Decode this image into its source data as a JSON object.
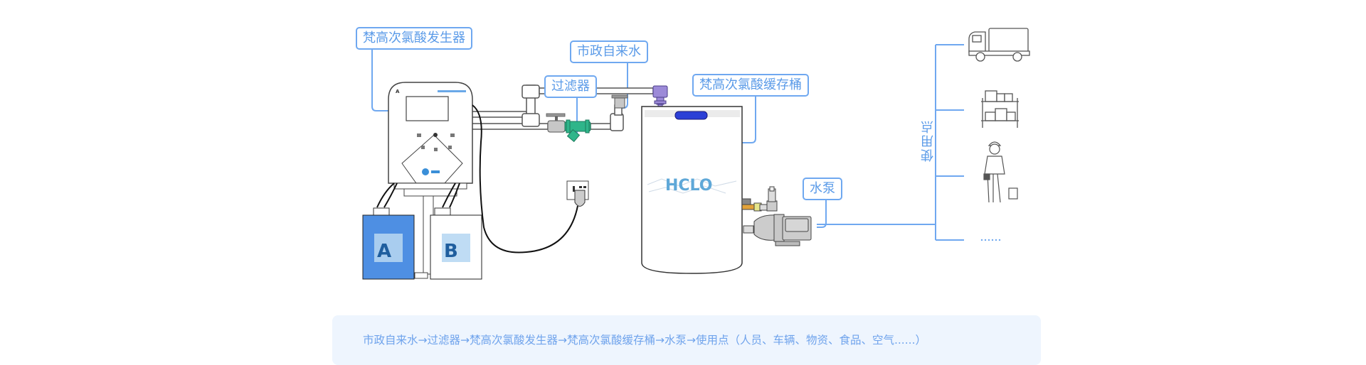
{
  "labels": {
    "generator": "梵高次氯酸发生器",
    "tap_water": "市政自来水",
    "filter": "过滤器",
    "storage_tank": "梵高次氯酸缓存桶",
    "pump": "水泵",
    "use_points": "使用点"
  },
  "containers": {
    "a_label": "A",
    "b_label": "B"
  },
  "tank_logo": "HCLO",
  "use_points_items": [
    {
      "name": "truck",
      "desc": "车辆"
    },
    {
      "name": "shelves",
      "desc": "物资"
    },
    {
      "name": "worker",
      "desc": "人员"
    },
    {
      "name": "more",
      "desc": "......"
    }
  ],
  "caption": "市政自来水→过滤器→梵高次氯酸发生器→梵高次氯酸缓存桶→水泵→使用点（人员、车辆、物资、食品、空气......）",
  "colors": {
    "accent": "#6fa8f0",
    "text_blue": "#5b9be8",
    "caption_bg": "#eef5fe",
    "container_a": "#4e8fe3",
    "filter_green": "#2fb58a",
    "valve_purple": "#9c8ad8",
    "tank_lid": "#2b3fd6"
  }
}
